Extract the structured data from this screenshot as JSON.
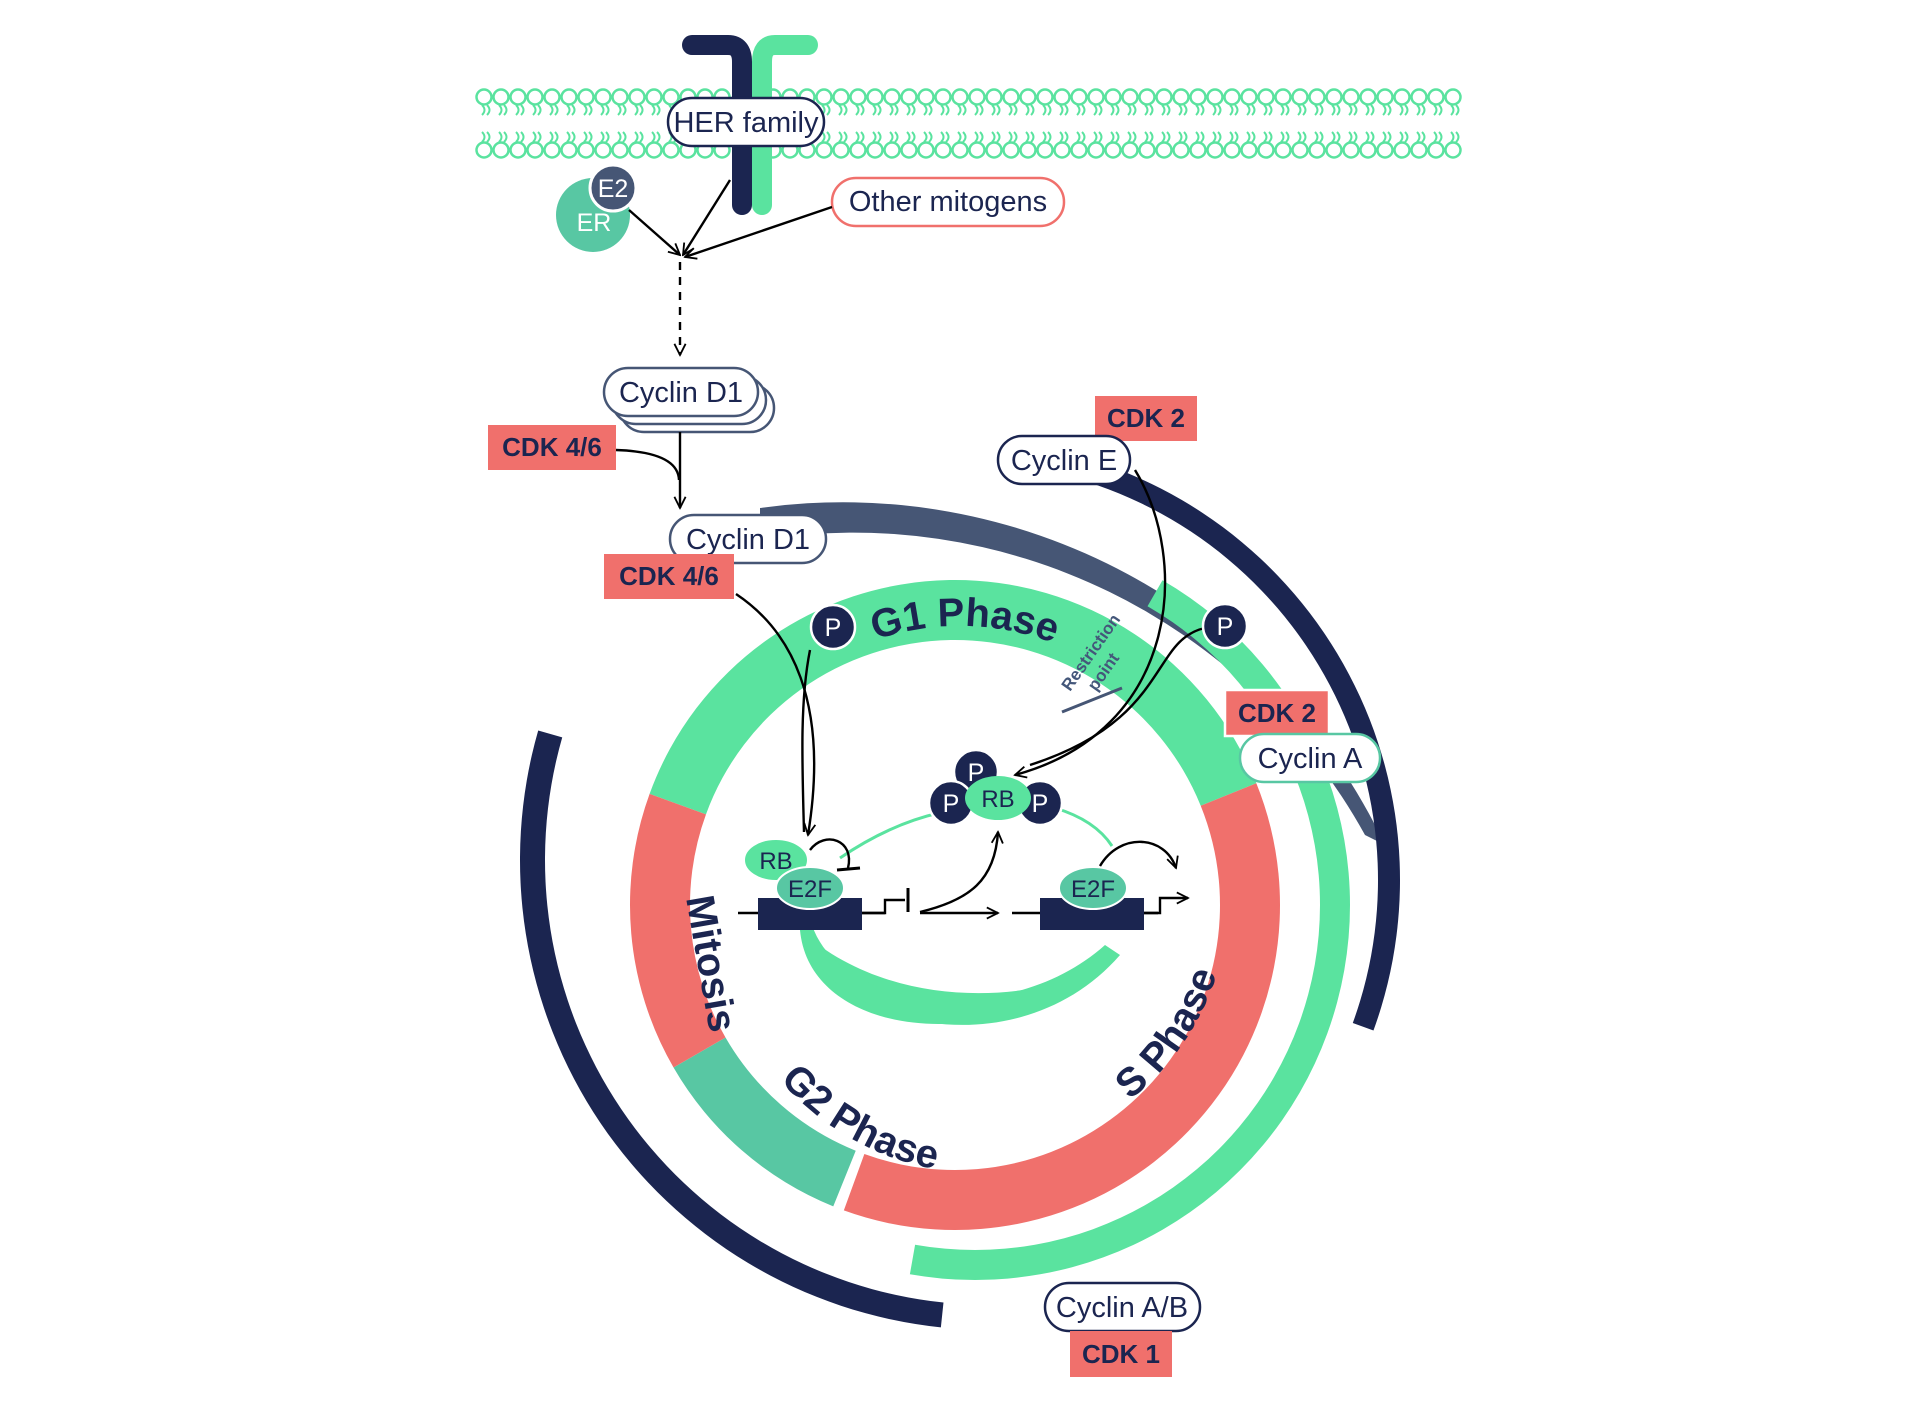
{
  "colors": {
    "navy": "#1b2550",
    "slate": "#465675",
    "green": "#5ae39f",
    "teal": "#58c7a3",
    "salmon": "#f0706c",
    "membrane": "#5ae39f"
  },
  "labels": {
    "her_family": "HER family",
    "other_mitogens": "Other mitogens",
    "e2": "E2",
    "er": "ER",
    "cyclin_d1_stack": "Cyclin D1",
    "cyclin_d1": "Cyclin D1",
    "cyclin_e": "Cyclin E",
    "cyclin_a": "Cyclin A",
    "cyclin_ab": "Cyclin A/B",
    "cdk46_top": "CDK 4/6",
    "cdk46_bottom": "CDK 4/6",
    "cdk2_top": "CDK 2",
    "cdk2_right": "CDK 2",
    "cdk1": "CDK 1",
    "rb": "RB",
    "rb_center": "RB",
    "e2f_left": "E2F",
    "e2f_right": "E2F",
    "p": "P",
    "restriction_line1": "Restriction",
    "restriction_line2": "point"
  },
  "phases": {
    "g1": "G1 Phase",
    "s": "S Phase",
    "g2": "G2 Phase",
    "mitosis": "Mitosis"
  }
}
